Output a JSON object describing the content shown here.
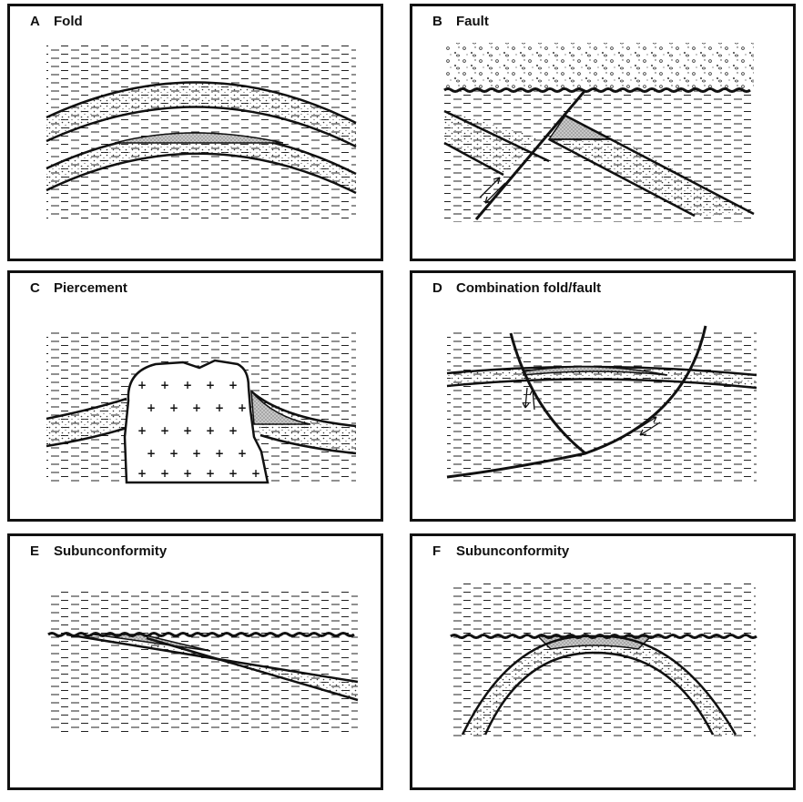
{
  "panels": [
    {
      "letter": "A",
      "title": "Fold"
    },
    {
      "letter": "B",
      "title": "Fault"
    },
    {
      "letter": "C",
      "title": "Piercement"
    },
    {
      "letter": "D",
      "title": "Combination fold/fault"
    },
    {
      "letter": "E",
      "title": "Subunconformity"
    },
    {
      "letter": "F",
      "title": "Subunconformity"
    }
  ],
  "colors": {
    "ink": "#111111",
    "trap": "#bfbfbf",
    "sand": "#777777",
    "paper": "#ffffff"
  }
}
